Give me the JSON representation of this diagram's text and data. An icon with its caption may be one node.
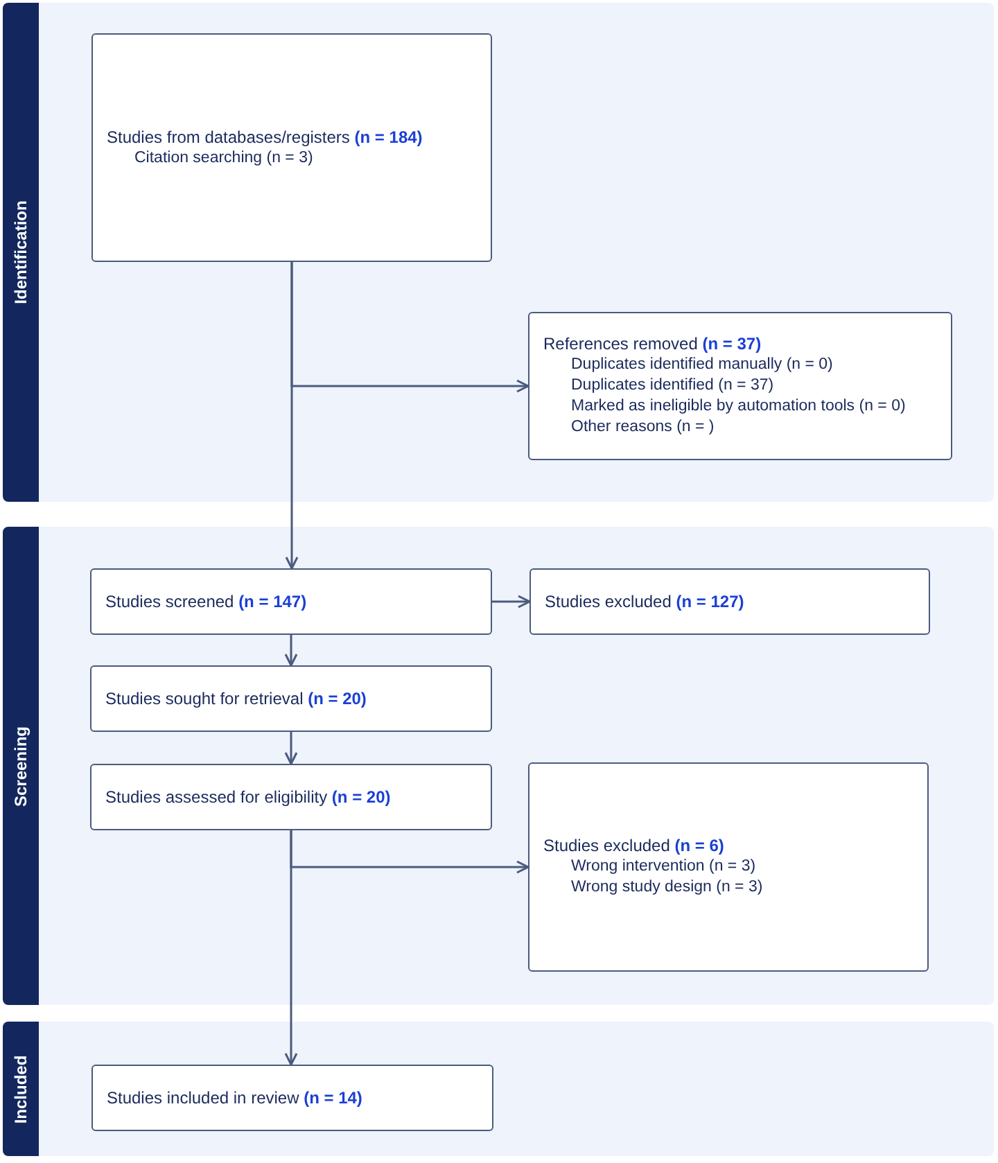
{
  "diagram": {
    "nodes": [
      {
        "text": [
          "Identification"
        ]
      },
      {
        "text": [
          "Studies from databases/registers **(n = 184)**",
          "Citation searching (n = 3)"
        ],
        "in": 0
      },
      {
        "text": [
          "References removed **(n = 37)**",
          "Duplicates identified manually (n = 0)",
          "Duplicates identified (n = 37)",
          "Marked as ineligible by automation tools (n = 0)",
          "Other reasons (n = )"
        ],
        "in": 0
      },
      {
        "text": [
          "Screening"
        ]
      },
      {
        "text": [
          "Studies screened **(n = 147)**"
        ],
        "in": 3
      },
      {
        "text": [
          "Studies excluded **(n = 127)**"
        ],
        "in": 3
      },
      {
        "text": [
          "Studies sought for retrieval **(n = 20)**"
        ],
        "in": 3
      },
      {
        "text": [
          "Studies assessed for eligibility **(n = 20)**"
        ],
        "in": 3
      },
      {
        "text": [
          "Studies excluded **(n = 6)**",
          "Wrong intervention (n = 3)",
          "Wrong study design (n = 3)"
        ],
        "in": 3
      },
      {
        "text": [
          "Included"
        ]
      },
      {
        "text": [
          "Studies included in review **(n = 14)**"
        ],
        "in": 9
      }
    ],
    "edges": [
      {
        "from": 1,
        "to": 2,
        "arrow": "to"
      },
      {
        "from": 1,
        "to": 4,
        "arrow": "to"
      },
      {
        "from": 4,
        "to": 5,
        "arrow": "to"
      },
      {
        "from": 4,
        "to": 6,
        "arrow": "to"
      },
      {
        "from": 6,
        "to": 7,
        "arrow": "to"
      },
      {
        "from": 7,
        "to": 8,
        "arrow": "to"
      },
      {
        "from": 7,
        "to": 10,
        "arrow": "to"
      }
    ]
  }
}
